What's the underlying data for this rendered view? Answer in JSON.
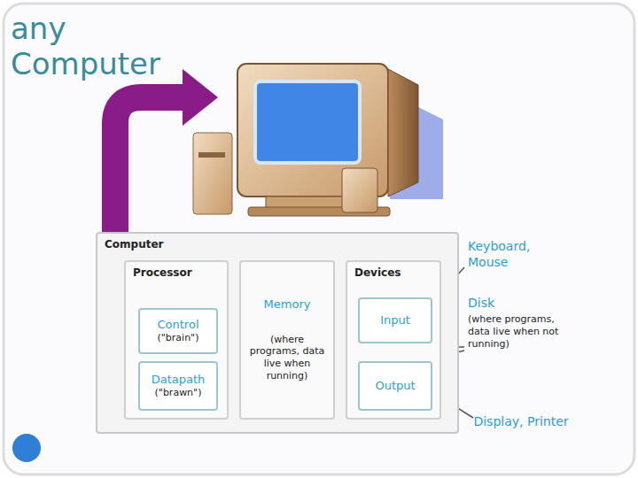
{
  "diagram": {
    "title": "any Computer",
    "nodes": [
      {
        "text": [
          "Computer"
        ]
      },
      {
        "text": [
          "Processor"
        ],
        "in": 0
      },
      {
        "text": [
          "Control",
          "(\"brain\")"
        ],
        "in": 1
      },
      {
        "text": [
          "Datapath",
          "(\"brawn\")"
        ],
        "in": 1
      },
      {
        "text": [
          "Memory",
          "(where programs, data live when running)"
        ],
        "in": 0
      },
      {
        "text": [
          "Devices"
        ],
        "in": 0
      },
      {
        "text": [
          "Input"
        ],
        "in": 5
      },
      {
        "text": [
          "Output"
        ],
        "in": 5
      }
    ],
    "labels": [
      "Keyboard, Mouse",
      "Disk",
      "(where programs, data live when not running)",
      "Display, Printer"
    ]
  }
}
